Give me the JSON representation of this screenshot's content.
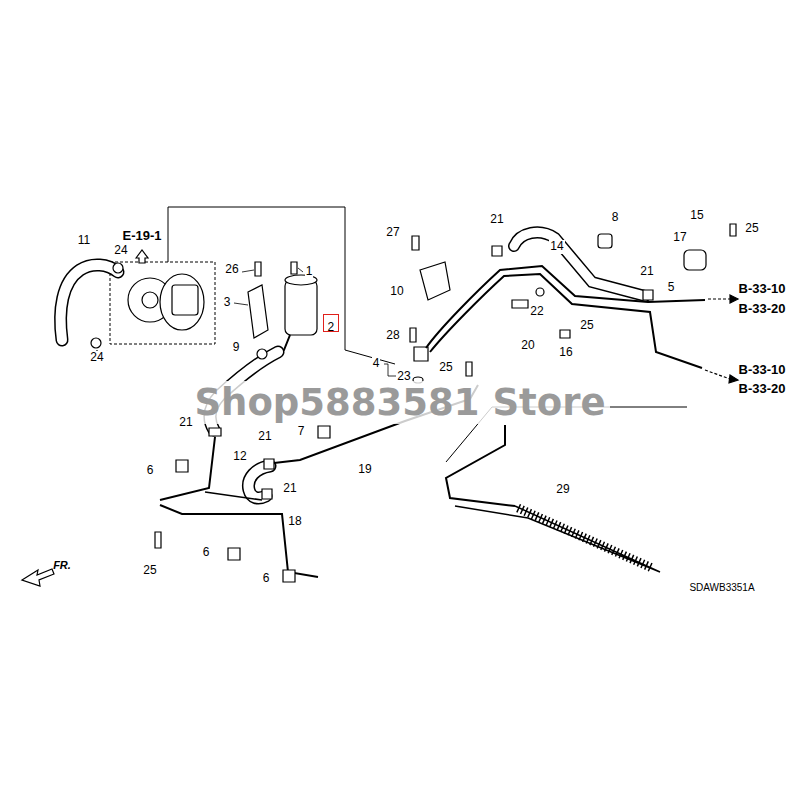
{
  "diagram": {
    "nodes": [
      {
        "text": [
          "2"
        ]
      }
    ],
    "labels": [
      "21",
      "8",
      "15",
      "25",
      "E-19-1",
      "11",
      "27",
      "17",
      "14",
      "24",
      "26",
      "1",
      "21",
      "5",
      "B-33-10",
      "10",
      "3",
      "B-33-20",
      "22",
      "25",
      "28",
      "20",
      "9",
      "16",
      "24",
      "4",
      "25",
      "B-33-10",
      "23",
      "B-33-20",
      "Shop5883581 Store",
      "21",
      "7",
      "21",
      "12",
      "19",
      "6",
      "21",
      "29",
      "18",
      "6",
      "FR.",
      "25",
      "6",
      "SDAWB3351A"
    ]
  }
}
